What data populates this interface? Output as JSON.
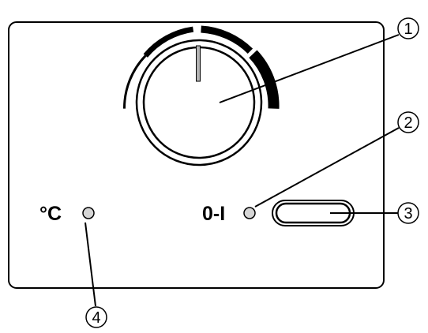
{
  "labels": {
    "temperature": "°C",
    "power": "0-I"
  },
  "callouts": [
    "1",
    "2",
    "3",
    "4"
  ]
}
